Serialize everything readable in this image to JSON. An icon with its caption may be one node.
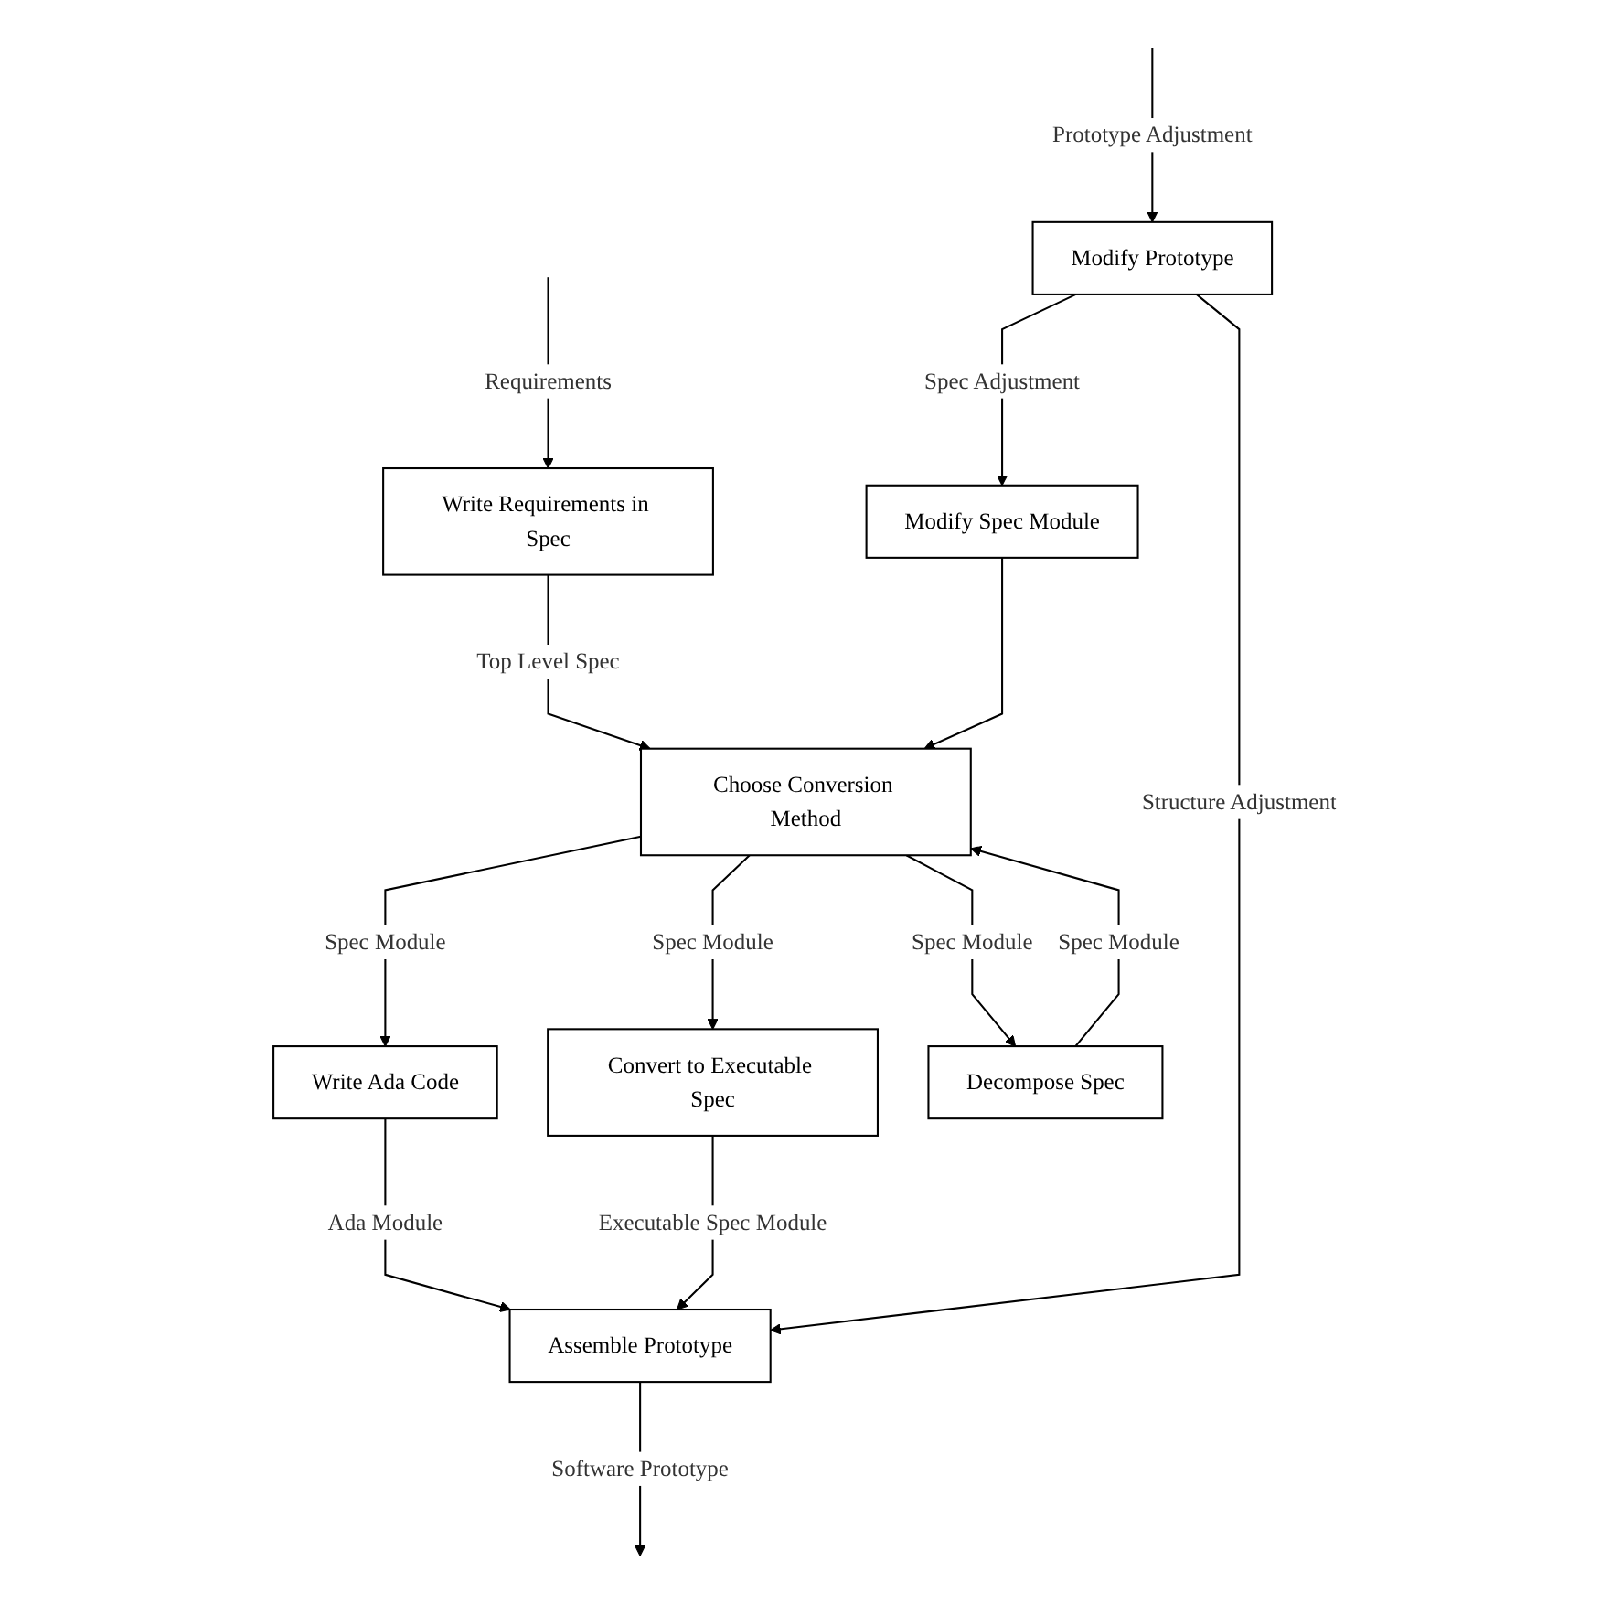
{
  "diagram": {
    "nodes": [
      {
        "text": [
          "Write Requirements in Spec"
        ]
      },
      {
        "text": [
          "Choose Conversion Method"
        ]
      },
      {
        "text": [
          "Write Ada Code"
        ]
      },
      {
        "text": [
          "Convert to Executable Spec"
        ]
      },
      {
        "text": [
          "Decompose Spec"
        ]
      },
      {
        "text": [
          "Assemble Prototype"
        ]
      },
      {
        "text": [
          "Modify Spec Module"
        ]
      },
      {
        "text": [
          "Modify Prototype"
        ]
      }
    ],
    "edges": [
      {
        "from": null,
        "to": 0,
        "arrow": "to",
        "label": "Requirements"
      },
      {
        "from": 0,
        "to": 1,
        "arrow": "to",
        "label": "Top Level Spec"
      },
      {
        "from": 1,
        "to": 2,
        "arrow": "to",
        "label": "Spec Module"
      },
      {
        "from": 1,
        "to": 3,
        "arrow": "to",
        "label": "Spec Module"
      },
      {
        "from": 1,
        "to": 4,
        "arrow": "to",
        "label": "Spec Module"
      },
      {
        "from": 4,
        "to": 1,
        "arrow": "to",
        "label": "Spec Module"
      },
      {
        "from": 6,
        "to": 1,
        "arrow": "to"
      },
      {
        "from": 2,
        "to": 5,
        "arrow": "to",
        "label": "Ada Module"
      },
      {
        "from": 3,
        "to": 5,
        "arrow": "to",
        "label": "Executable Spec Module"
      },
      {
        "from": 5,
        "to": null,
        "arrow": "to",
        "label": "Software Prototype"
      },
      {
        "from": 7,
        "to": 5,
        "arrow": "to",
        "label": "Structure Adjustment"
      },
      {
        "from": 7,
        "to": 6,
        "arrow": "to",
        "label": "Spec Adjustment"
      },
      {
        "from": null,
        "to": 7,
        "arrow": "to",
        "label": "Prototype Adjustment"
      }
    ]
  }
}
